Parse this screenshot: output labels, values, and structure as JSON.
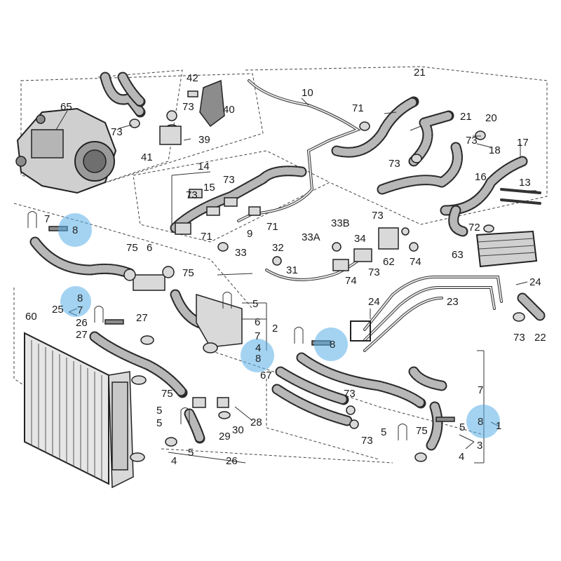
{
  "callouts": {
    "c65": "65",
    "c42": "42",
    "c73a": "73",
    "c40": "40",
    "c73b": "73",
    "c39": "39",
    "c41": "41",
    "c10": "10",
    "c71a": "71",
    "c21a": "21",
    "c21b": "21",
    "c20": "20",
    "c73c": "73",
    "c18": "18",
    "c17": "17",
    "c73d": "73",
    "c16": "16",
    "c14": "14",
    "c73e": "73",
    "c15": "15",
    "c73f": "73",
    "c71b": "71",
    "c9": "9",
    "c71c": "71",
    "c13": "13",
    "c7a": "7",
    "c8a": "8",
    "c73g": "73",
    "c33A": "33A",
    "c33B": "33B",
    "c72": "72",
    "c63": "63",
    "c75a": "75",
    "c6": "6",
    "c75b": "75",
    "c33": "33",
    "c32": "32",
    "c31": "31",
    "c34": "34",
    "c73h": "73",
    "c62": "62",
    "c74a": "74",
    "c74b": "74",
    "c24a": "24",
    "c23": "23",
    "c8b": "8",
    "c25": "25",
    "c7b": "7",
    "c26a": "26",
    "c27a": "27",
    "c27b": "27",
    "c5a": "5",
    "c6b": "6",
    "c7c": "7",
    "c2": "2",
    "c4a": "4",
    "c8c": "8",
    "c24b": "24",
    "c73i": "73",
    "c22": "22",
    "c60": "60",
    "c8d": "8",
    "c67": "67",
    "c73j": "73",
    "c73k": "73",
    "c7d": "7",
    "c75c": "75",
    "c5b": "5",
    "c30": "30",
    "c28": "28",
    "c29": "29",
    "c5c": "5",
    "c75d": "75",
    "c5d": "5",
    "c8e": "8",
    "c1": "1",
    "c4b": "4",
    "c5e": "5",
    "c26b": "26",
    "c3": "3",
    "c4c": "4",
    "c5f": "5"
  },
  "colors": {
    "highlight": "#5aaee8",
    "lines": "#222222",
    "hose": "#b8b8b8",
    "background": "#ffffff"
  },
  "icons": {
    "radiator": "radiator-icon",
    "water-pump": "water-pump-icon",
    "oil-cooler": "oil-cooler-icon"
  }
}
